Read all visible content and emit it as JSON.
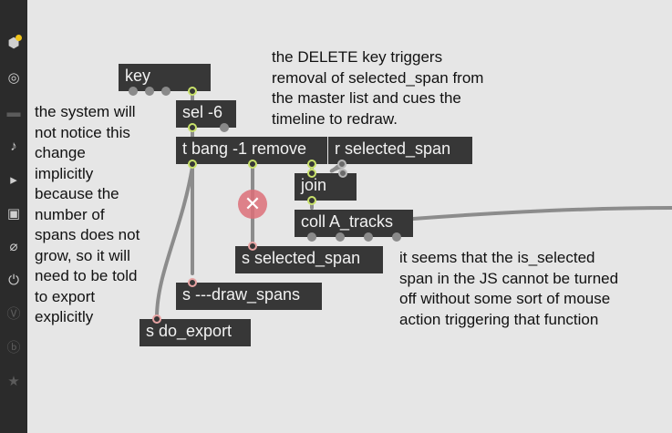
{
  "sidebar": {
    "icons": [
      "package-icon",
      "target-icon",
      "media-icon",
      "music-note-icon",
      "play-list-icon",
      "image-icon",
      "paperclip-icon",
      "plug-icon",
      "vizzie-icon",
      "beap-icon",
      "star-icon"
    ],
    "glyphs": {
      "package": "⬢",
      "target": "◎",
      "media": "▬",
      "music": "♪",
      "playlist": "▸",
      "image": "▣",
      "clip": "⌀",
      "plug": "⏻",
      "v": "Ⓥ",
      "b": "ⓑ",
      "star": "★"
    }
  },
  "objects": {
    "key": "key",
    "sel": "sel -6",
    "trigger": "t bang -1 remove",
    "receive": "r selected_span",
    "join": "join",
    "coll": "coll A_tracks",
    "send_selected": "s selected_span",
    "send_draw": "s ---draw_spans",
    "send_export": "s do_export"
  },
  "comments": {
    "delete_note": "the DELETE key triggers\nremoval of selected_span from\nthe master list and cues the\ntimeline to redraw.",
    "system_note": " the system will\nnot notice this\nchange\nimplicitly\nbecause the\nnumber of\nspans does not\ngrow, so it will\nneed to be told\nto export\nexplicitly",
    "js_note": " it seems that the is_selected\nspan in the JS cannot be turned\noff without some sort of mouse\naction triggering that function"
  },
  "colors": {
    "canvas": "#e6e6e6",
    "object": "#373737",
    "sidebar": "#2b2b2b",
    "bang_outlet": "#c9e26b",
    "delete_marker": "#dc6e78"
  }
}
